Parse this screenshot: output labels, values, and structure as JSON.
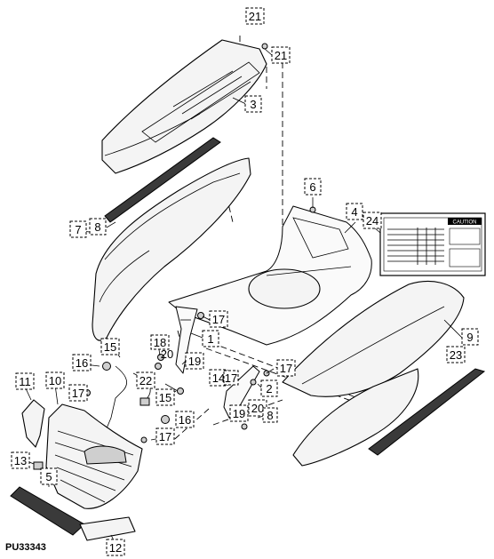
{
  "figure_id": "PU33343",
  "decal_heading": "CAUTION",
  "callouts": {
    "c21a": "21",
    "c21b": "21",
    "c3": "3",
    "c6": "6",
    "c4": "4",
    "c24": "24",
    "c7": "7",
    "c8a": "8",
    "c9": "9",
    "c23": "23",
    "c1": "1",
    "c17a": "17",
    "c15a": "15",
    "c18": "18",
    "c19a": "19",
    "c16a": "16",
    "c22": "22",
    "c20a": "20",
    "c14": "14",
    "c17b": "17",
    "c2": "2",
    "c17c": "17",
    "c11": "11",
    "c10": "10",
    "c17d": "17",
    "c15b": "15",
    "c19b": "19",
    "c20b": "20",
    "c8b": "8",
    "c16b": "16",
    "c17e": "17",
    "c13": "13",
    "c5": "5",
    "c12": "12"
  }
}
